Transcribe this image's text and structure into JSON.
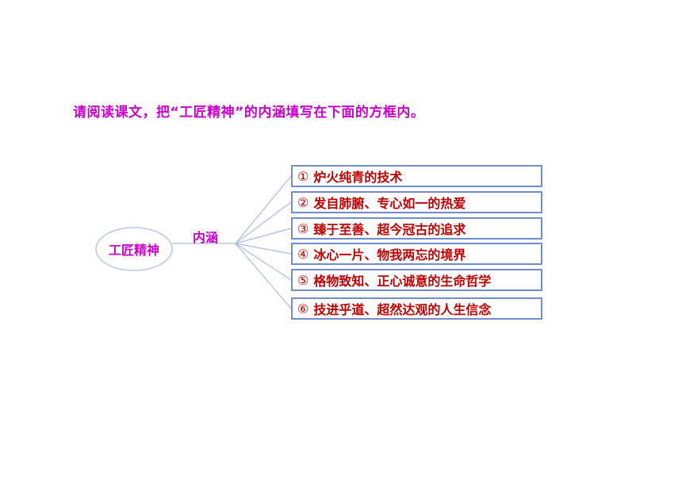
{
  "instruction": "请阅读课文，把“工匠精神”的内涵填写在下面的方框内。",
  "center_node": "工匠精神",
  "branch_label": "内涵",
  "items": [
    {
      "num": "①",
      "text": "炉火纯青的技术"
    },
    {
      "num": "②",
      "text": "发自肺腑、专心如一的热爱"
    },
    {
      "num": "③",
      "text": "臻于至善、超今冠古的追求"
    },
    {
      "num": "④",
      "text": "冰心一片、物我两忘的境界"
    },
    {
      "num": "⑤",
      "text": "格物致知、正心诚意的生命哲学"
    },
    {
      "num": "⑥",
      "text": "技进乎道、超然达观的人生信念"
    }
  ],
  "colors": {
    "instruction": "#cc00cc",
    "node_text": "#cc00cc",
    "item_text": "#c00000",
    "box_border": "#6f8fc8",
    "connector": "#a9bde0",
    "ellipse": "#b8c6e6"
  }
}
